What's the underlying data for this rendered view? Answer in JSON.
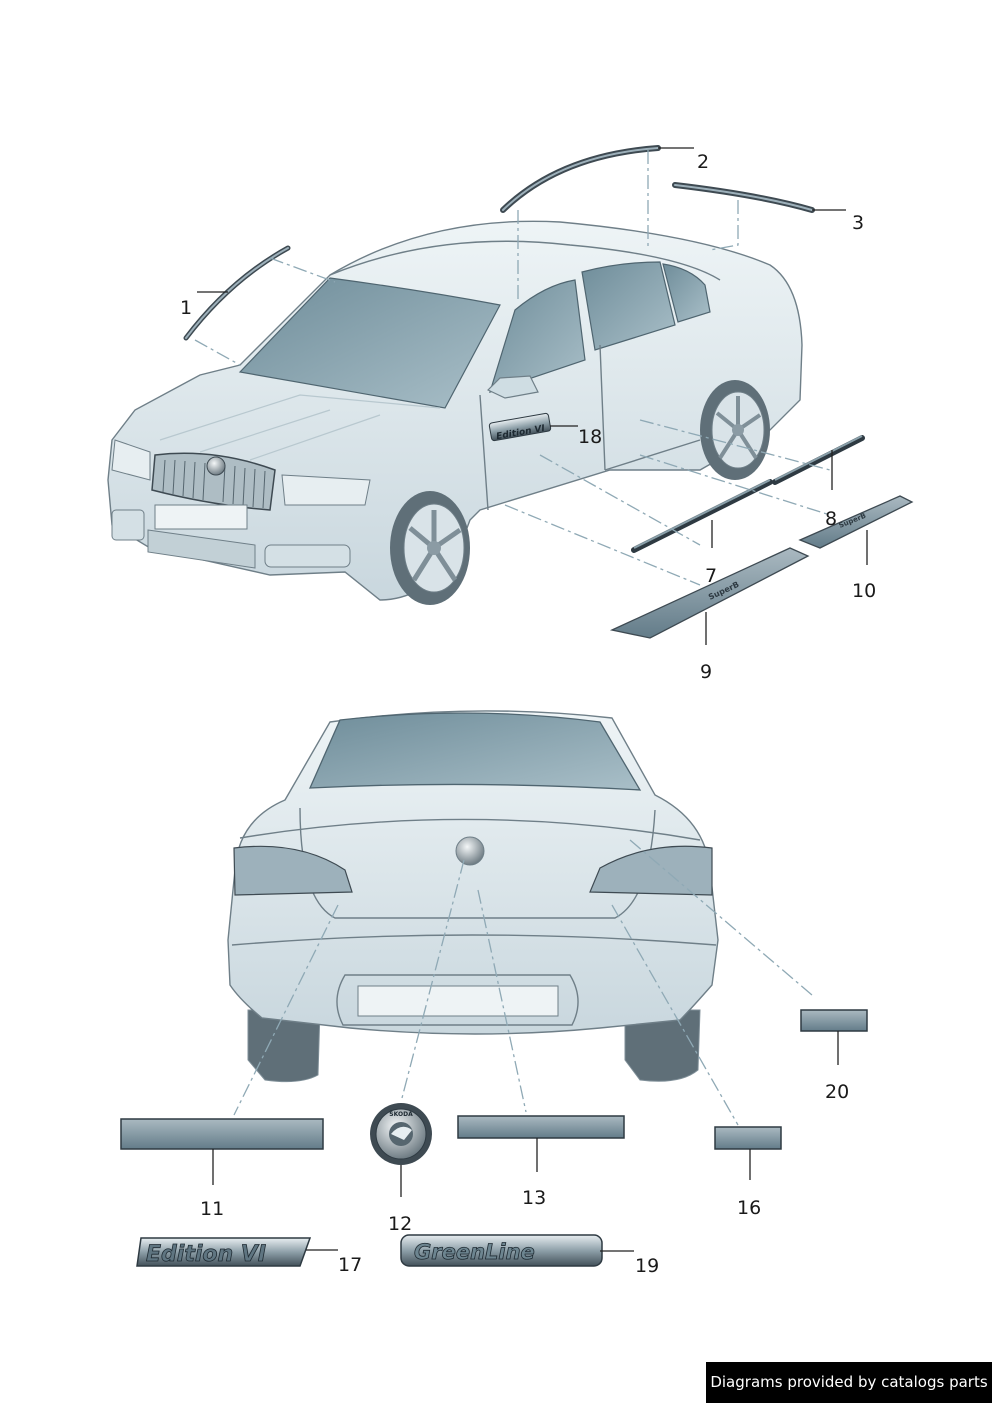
{
  "callouts": {
    "c1": "1",
    "c2": "2",
    "c3": "3",
    "c7": "7",
    "c8": "8",
    "c9": "9",
    "c10": "10",
    "c11": "11",
    "c12": "12",
    "c13": "13",
    "c16": "16",
    "c17": "17",
    "c18": "18",
    "c19": "19",
    "c20": "20"
  },
  "badges": {
    "edition_vi": "Edition VI",
    "greenline": "GreenLine",
    "door_badge": "Edition VI",
    "sill_text": "SuperB",
    "logo_text": "ŠKODA"
  },
  "colors": {
    "car_body": "#dbe6eb",
    "glass": "#8aa4b0",
    "trim_dark": "#3e4a52",
    "strip": "#7f97a3"
  },
  "footer": {
    "credit": "Diagrams provided by catalogs parts"
  }
}
